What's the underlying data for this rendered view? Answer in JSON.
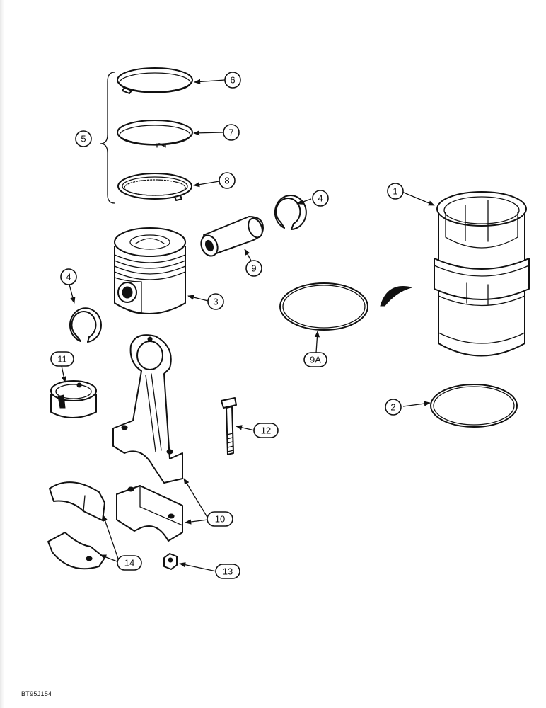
{
  "figure_code": "BT95J154",
  "callouts": {
    "c1": "1",
    "c2": "2",
    "c3": "3",
    "c4a": "4",
    "c4b": "4",
    "c5": "5",
    "c6": "6",
    "c7": "7",
    "c8": "8",
    "c9": "9",
    "c9a": "9A",
    "c10": "10",
    "c11": "11",
    "c12": "12",
    "c13": "13",
    "c14": "14"
  }
}
